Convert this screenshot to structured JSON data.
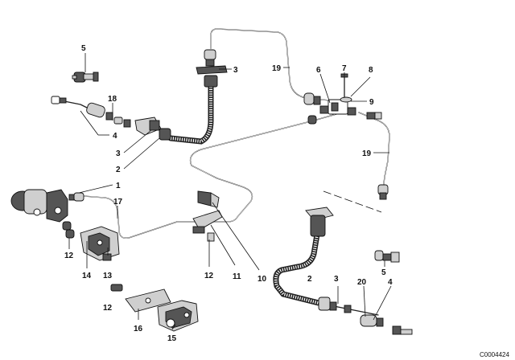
{
  "diagram": {
    "callouts": {
      "c1": "1",
      "c2_left": "2",
      "c3_left": "3",
      "c4_left": "4",
      "c5_top": "5",
      "c3_top": "3",
      "c19_top": "19",
      "c6": "6",
      "c7": "7",
      "c8": "8",
      "c9": "9",
      "c19_right": "19",
      "c18": "18",
      "c17": "17",
      "c12_a": "12",
      "c14": "14",
      "c13": "13",
      "c12_b": "12",
      "c11": "11",
      "c10": "10",
      "c12_c": "12",
      "c16": "16",
      "c15": "15",
      "c2_bottom": "2",
      "c3_bottom": "3",
      "c20": "20",
      "c4_bottom": "4",
      "c5_right": "5"
    },
    "image_code": "C0004424"
  }
}
